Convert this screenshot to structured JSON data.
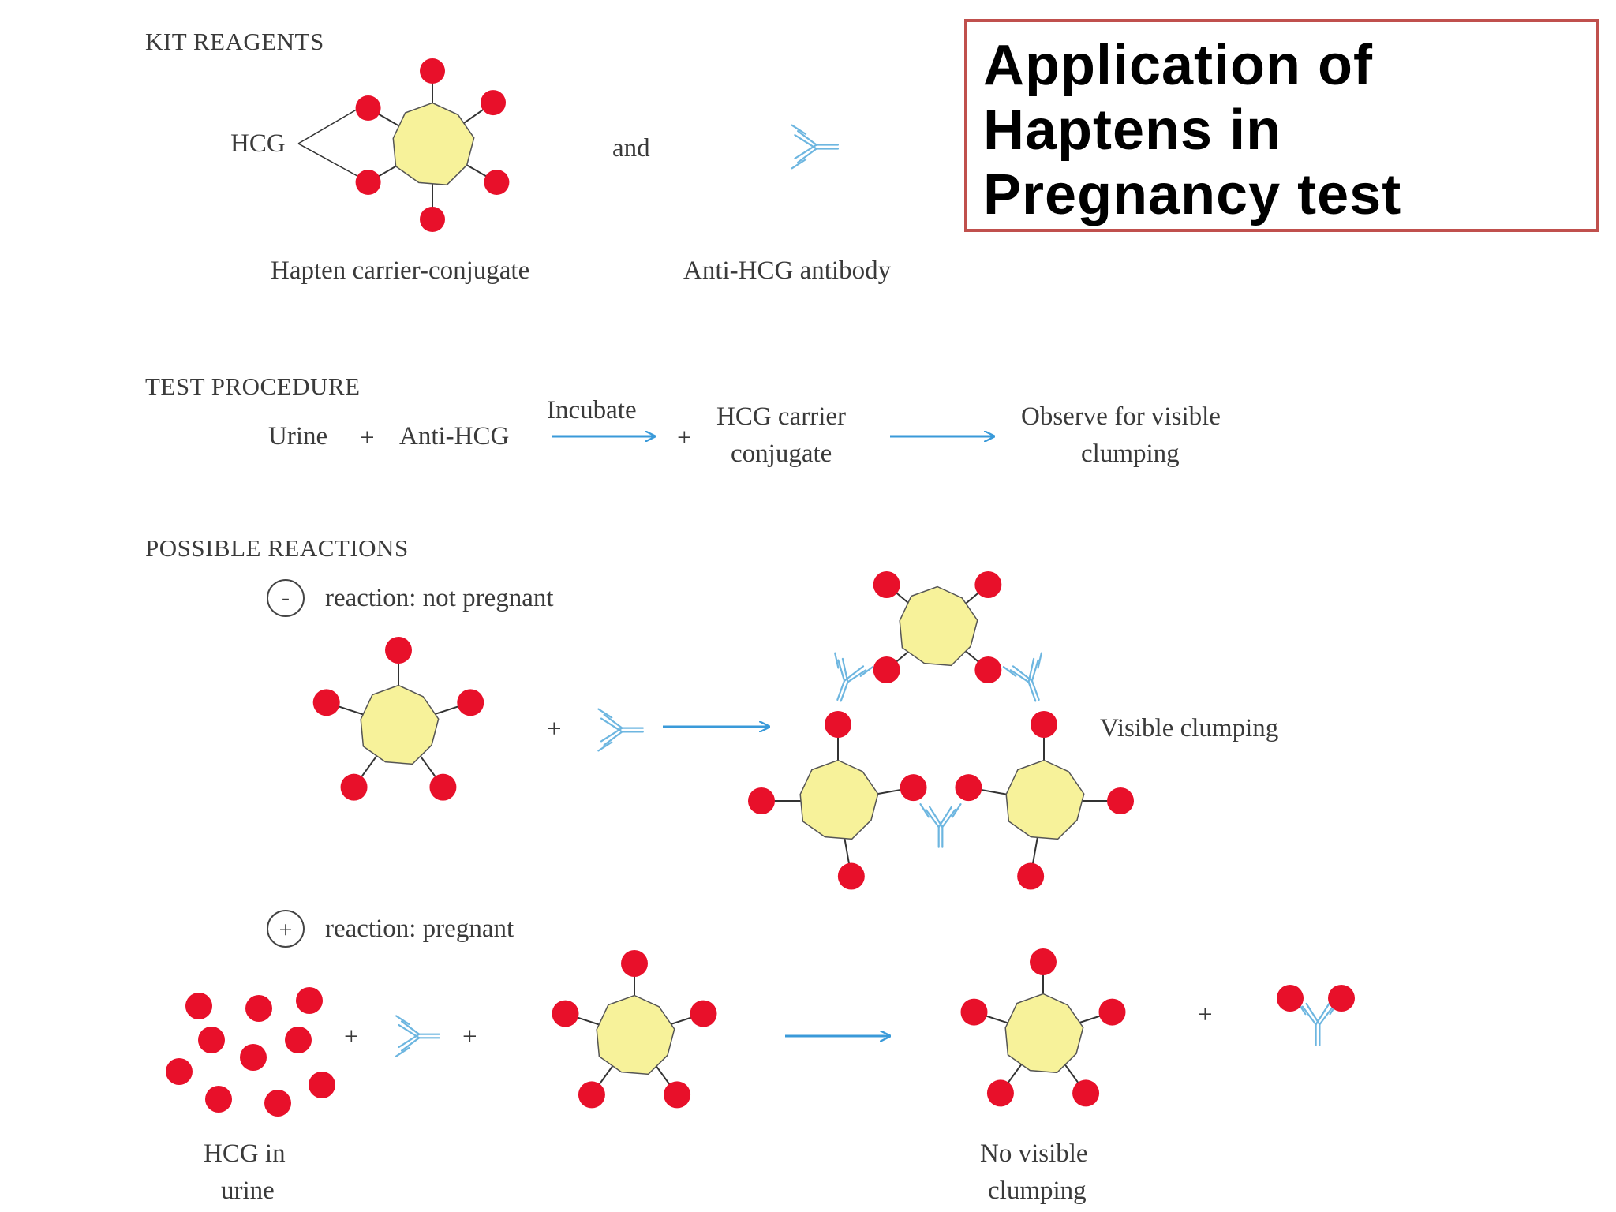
{
  "title": {
    "lines": [
      "Application of",
      "Haptens in",
      "Pregnancy test"
    ]
  },
  "kit_reagents": {
    "header": "KIT REAGENTS",
    "hcg_label": "HCG",
    "and_label": "and",
    "conjugate_caption": "Hapten carrier-conjugate",
    "antibody_caption": "Anti-HCG antibody"
  },
  "test_procedure": {
    "header": "TEST PROCEDURE",
    "urine": "Urine",
    "plus": "+",
    "anti_hcg": "Anti-HCG",
    "incubate": "Incubate",
    "conjugate_line1": "HCG carrier",
    "conjugate_line2": "conjugate",
    "observe_line1": "Observe for visible",
    "observe_line2": "clumping"
  },
  "possible_reactions": {
    "header": "POSSIBLE REACTIONS",
    "negative_symbol": "-",
    "negative_label": "reaction: not pregnant",
    "positive_symbol": "+",
    "positive_label": "reaction: pregnant",
    "visible_clumping": "Visible clumping",
    "hcg_urine_line1": "HCG in",
    "hcg_urine_line2": "urine",
    "no_clump_line1": "No visible",
    "no_clump_line2": "clumping"
  },
  "colors": {
    "hapten": "#e8102a",
    "carrier": "#f7f29a",
    "antibody": "#6db6e0",
    "arrow": "#3a9ad9",
    "title_border": "#c0504d"
  }
}
